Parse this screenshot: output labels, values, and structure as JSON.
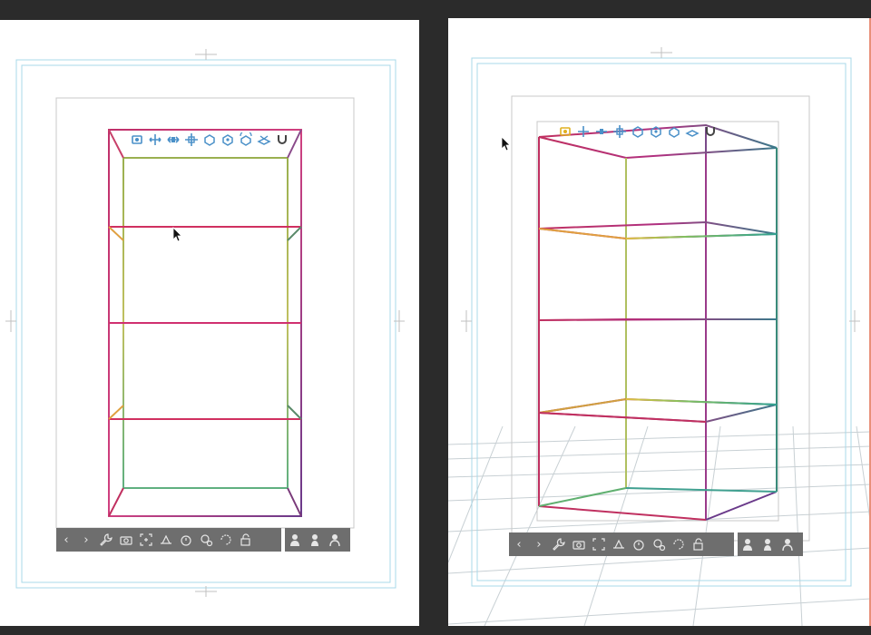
{
  "workspace": {
    "background": "#2b2b2b",
    "accent_border": "#e8907a"
  },
  "left_view": {
    "name": "front-orthographic-view",
    "model": "bookshelf-wireframe",
    "object_launcher_icons": [
      "camera-rotate-icon",
      "move-xy-icon",
      "move-xz-icon",
      "move-center-icon",
      "rotate-box-icon",
      "rotate-box-2-icon",
      "rotate-box-3-icon",
      "rotate-plane-icon",
      "magnet-icon"
    ],
    "toolbar": {
      "main_buttons": [
        "chevron-left-icon",
        "chevron-right-icon",
        "wrench-icon",
        "camera-icon",
        "fit-frame-icon",
        "ground-icon",
        "timer-icon",
        "reset-rotation-icon",
        "undo-rotate-icon",
        "lock-icon"
      ],
      "extra_buttons": [
        "pose-1-icon",
        "pose-2-icon",
        "pose-3-icon"
      ]
    }
  },
  "right_view": {
    "name": "perspective-view",
    "model": "bookshelf-wireframe",
    "object_launcher_icons": [
      "camera-rotate-icon",
      "move-xy-icon",
      "move-xz-icon",
      "move-center-icon",
      "rotate-box-icon",
      "rotate-box-2-icon",
      "rotate-box-3-icon",
      "rotate-plane-icon",
      "magnet-icon"
    ],
    "toolbar": {
      "main_buttons": [
        "chevron-left-icon",
        "chevron-right-icon",
        "wrench-icon",
        "camera-icon",
        "fit-frame-icon",
        "ground-icon",
        "timer-icon",
        "reset-rotation-icon",
        "undo-rotate-icon",
        "lock-icon"
      ],
      "extra_buttons": [
        "pose-1-icon",
        "pose-2-icon",
        "pose-3-icon"
      ]
    },
    "grid": "visible"
  }
}
